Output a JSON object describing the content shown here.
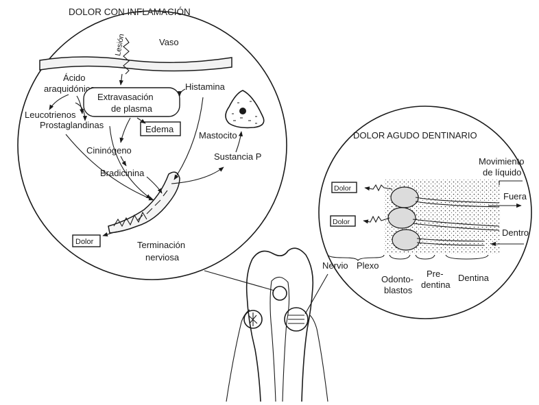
{
  "left_panel": {
    "title": "DOLOR CON INFLAMACIÓN",
    "vaso": "Vaso",
    "lesion": "Lesión",
    "acido_line1": "Ácido",
    "acido_line2": "araquidónico",
    "extrav_line1": "Extravasación",
    "extrav_line2": "de plasma",
    "histamina": "Histamina",
    "leucotrienos": "Leucotrienos",
    "prostaglandinas": "Prostaglandinas",
    "edema": "Edema",
    "mastocito": "Mastocito",
    "cininogeno": "Cininógeno",
    "bradicinina": "Bradicinina",
    "sustancia_p": "Sustancia P",
    "dolor": "Dolor",
    "terminacion_line1": "Terminación",
    "terminacion_line2": "nerviosa"
  },
  "right_panel": {
    "title": "DOLOR AGUDO DENTINARIO",
    "movimiento_line1": "Movimiento",
    "movimiento_line2": "de líquido",
    "fuera": "Fuera",
    "dentro": "Dentro",
    "dolor_top": "Dolor",
    "dolor_bottom": "Dolor",
    "nervio": "Nervio",
    "plexo": "Plexo",
    "odonto_line1": "Odonto-",
    "odonto_line2": "blastos",
    "pre_line1": "Pre-",
    "pre_line2": "dentina",
    "dentina": "Dentina"
  }
}
